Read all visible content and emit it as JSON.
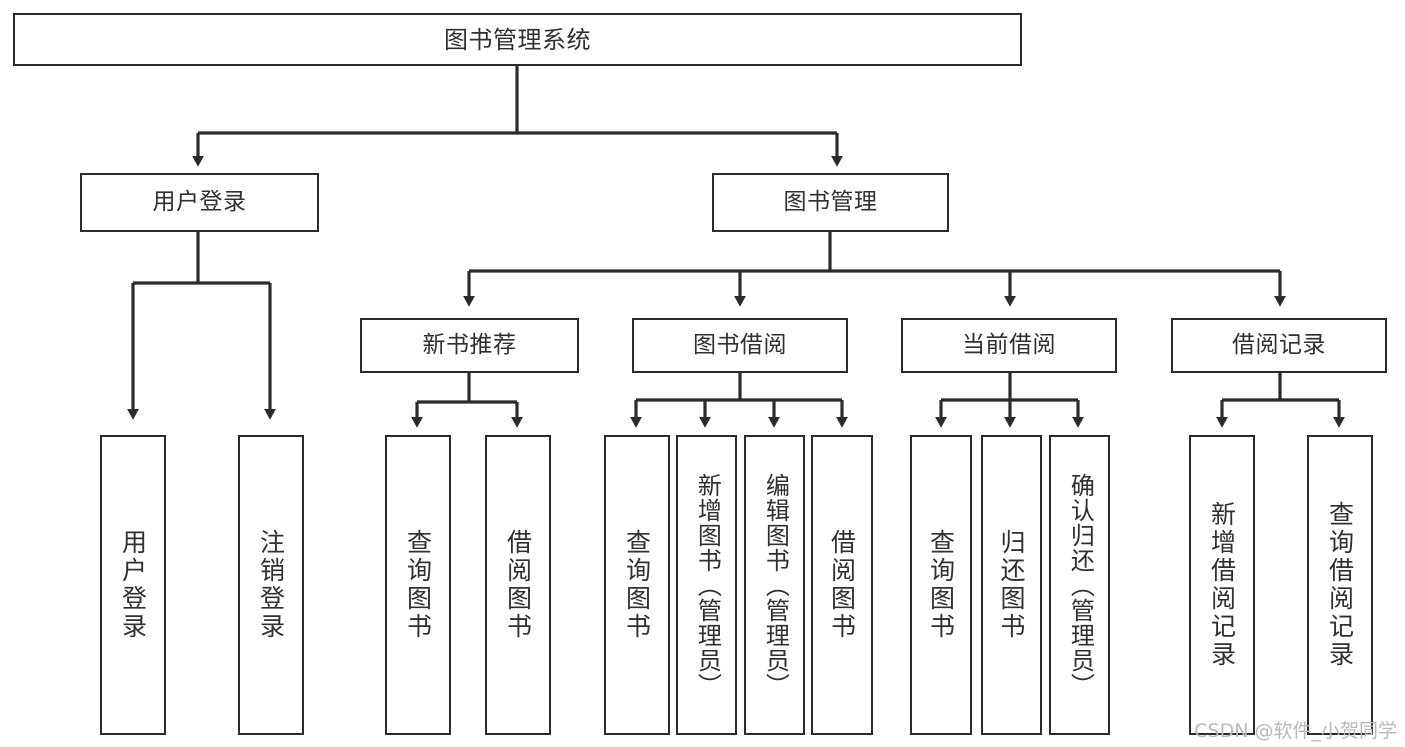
{
  "diagram": {
    "title": "图书管理系统",
    "type": "tree",
    "stroke_color": "#2b2b2b",
    "text_color": "#30302f",
    "background_color": "#ffffff",
    "levels": {
      "root": {
        "label": "图书管理系统"
      },
      "level2": [
        {
          "label": "用户登录"
        },
        {
          "label": "图书管理"
        }
      ],
      "level3": [
        {
          "label": "新书推荐"
        },
        {
          "label": "图书借阅"
        },
        {
          "label": "当前借阅"
        },
        {
          "label": "借阅记录"
        }
      ],
      "leaves": [
        {
          "label": "用户登录"
        },
        {
          "label": "注销登录"
        },
        {
          "label": "查询图书"
        },
        {
          "label": "借阅图书"
        },
        {
          "label": "查询图书"
        },
        {
          "label": "新增图书（管理员）"
        },
        {
          "label": "编辑图书（管理员）"
        },
        {
          "label": "借阅图书"
        },
        {
          "label": "查询图书"
        },
        {
          "label": "归还图书"
        },
        {
          "label": "确认归还（管理员）"
        },
        {
          "label": "新增借阅记录"
        },
        {
          "label": "查询借阅记录"
        }
      ]
    }
  },
  "watermark": {
    "text": "CSDN @软件_小贺同学"
  }
}
